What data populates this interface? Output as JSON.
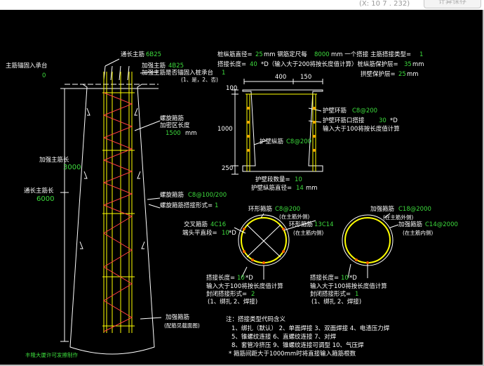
{
  "window": {
    "coord_readout": "(X: 10 7 . 232)",
    "calc_button": "计算保存"
  },
  "left": {
    "anchor_label": "主筋锚固入承台",
    "anchor_value": "0",
    "through_bar_label": "通长主筋",
    "through_bar_value": "6B25",
    "add_bar_label": "加强主筋",
    "add_bar_value": "4B25",
    "add_anchor_label": "加强主筋是否锚固入桩承台",
    "add_anchor_value": "1",
    "add_anchor_hint": "(1、是，2、否)",
    "spiral_dense_label_1": "螺旋箍筋",
    "spiral_dense_label_2": "加密区长度",
    "spiral_dense_value": "1500",
    "spiral_dense_unit": "mm",
    "add_length_label": "加强主筋长",
    "add_length_value": "3000",
    "through_length_label": "通长主筋长",
    "through_length_value": "6000",
    "spiral_label": "螺旋箍筋",
    "spiral_value": "C8@100/200",
    "spiral_lap_label": "螺旋箍筋搭接形式=",
    "spiral_lap_value": "1",
    "ring_label": "加强箍筋",
    "ring_note": "(配筋见截面图)",
    "footer_note": "丰隆大厦许可发擦制作"
  },
  "params": {
    "line1_a": "桩纵筋直径=",
    "line1_a_val": "25",
    "line1_b": "mm   钢筋定尺每",
    "line1_b_val": "8000",
    "line1_c": "mm 一个搭接     主筋搭接类型=",
    "line1_c_val": "1",
    "line2_a": "搭接长度=",
    "line2_a_val": "40",
    "line2_b": "*D（输入大于200将按长度值计算）桩纵筋保护层=",
    "line2_b_val": "35",
    "line2_b_unit": "mm",
    "line3_a": "拱壁保护层=",
    "line3_a_val": "25",
    "line3_a_unit": "mm"
  },
  "wall": {
    "dim_400": "400",
    "dim_150": "150",
    "dim_100": "100",
    "dim_1000": "1000",
    "dim_250": "250",
    "ring_bar_label": "护壁环筋",
    "ring_bar_value": "C8@200",
    "ring_lap_label": "护壁环筋口搭接",
    "ring_lap_value": "30",
    "ring_lap_unit": "*D",
    "ring_lap_hint": "输入大于100将按长度值计算",
    "long_bar_label": "护壁纵筋",
    "long_bar_value": "C8@200",
    "seg_count_label": "护壁段数量=",
    "seg_count_value": "10",
    "long_dia_label": "护壁纵筋直径=",
    "long_dia_value": "14",
    "long_dia_unit": "mm"
  },
  "section1": {
    "ring_label": "环形箍筋",
    "ring_value": "C8@200",
    "ring_note": "(在主筋外侧)",
    "cross_label": "交叉箍筋",
    "cross_value": "4C16",
    "inner_label": "环形箍筋",
    "inner_value": "13C14",
    "inner_note": "(在主筋内侧)",
    "flat_label": "端头平直段=",
    "flat_value": "10",
    "flat_unit": "*D",
    "lap_label": "搭接长度=",
    "lap_value": "10",
    "lap_unit": "*D",
    "lap_hint": "输入大于100将按长度值计算",
    "seal_label": "封闭搭接形式=",
    "seal_value": "2",
    "seal_options": "(1、绑扎   2、焊接)"
  },
  "section2": {
    "ring_label": "加强箍筋",
    "ring_value": "C18@2000",
    "ring_note": "(在主筋外侧)",
    "inner_label": "加强箍筋",
    "inner_value": "C14@2000",
    "inner_note": "(在主筋内侧)",
    "lap_label": "搭接长度=",
    "lap_value": "10",
    "lap_unit": "*D",
    "lap_hint": "输入大于100将按长度值计算",
    "seal_label": "封闭搭接形式=",
    "seal_value": "1",
    "seal_options": "(1、绑扎   2、焊接)"
  },
  "notes": {
    "title": "注：搭接类型代码含义",
    "row1": "1、绑扎（默认）   2、单面焊接    3、双面焊接    4、电渣压力焊",
    "row2": "5、锥螺纹连接     6、直螺纹连接     7、对焊",
    "row3": "8、套管冷挤压     9、锥螺纹连接可调型    10、气压焊",
    "row4": "* 箍筋间距大于1000mm时将直接输入箍筋根数"
  },
  "colors": {
    "background": "#000000",
    "line": "#ffffff",
    "bar": "#ffff00",
    "stirrup": "#ff4040",
    "value": "#3ddc3d"
  }
}
